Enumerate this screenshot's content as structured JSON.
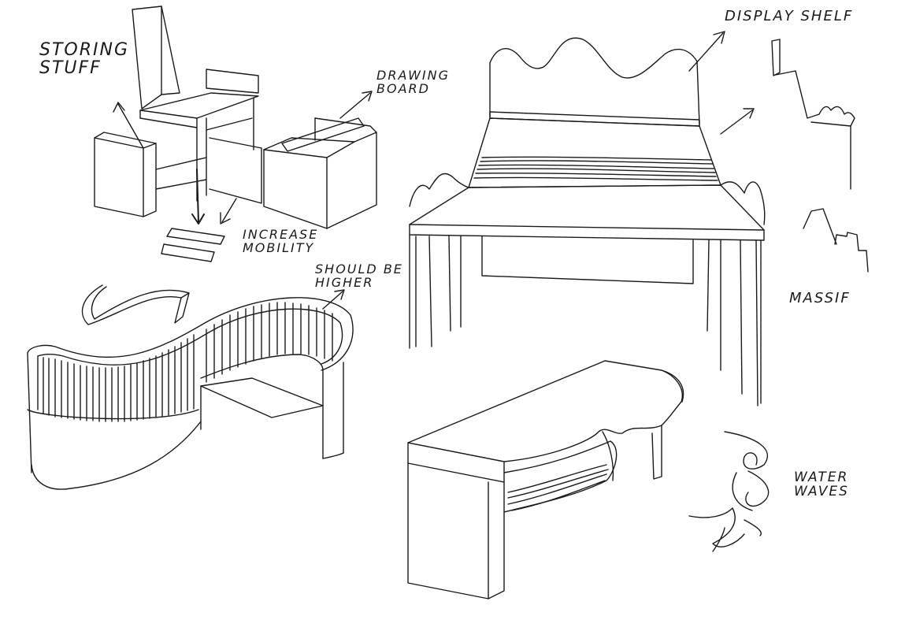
{
  "labels": {
    "storing_stuff": "STORING\nSTUFF",
    "drawing_board": "DRAWING\nBOARD",
    "increase_mobility": "INCREASE\nMOBILITY",
    "should_be_higher": "SHOULD BE\nHIGHER",
    "display_shelf": "DISPLAY SHELF",
    "massif": "MASSIF",
    "water_waves": "WATER WAVES"
  },
  "colors": {
    "ink": "#1a1a1a",
    "paper": "#ffffff"
  }
}
